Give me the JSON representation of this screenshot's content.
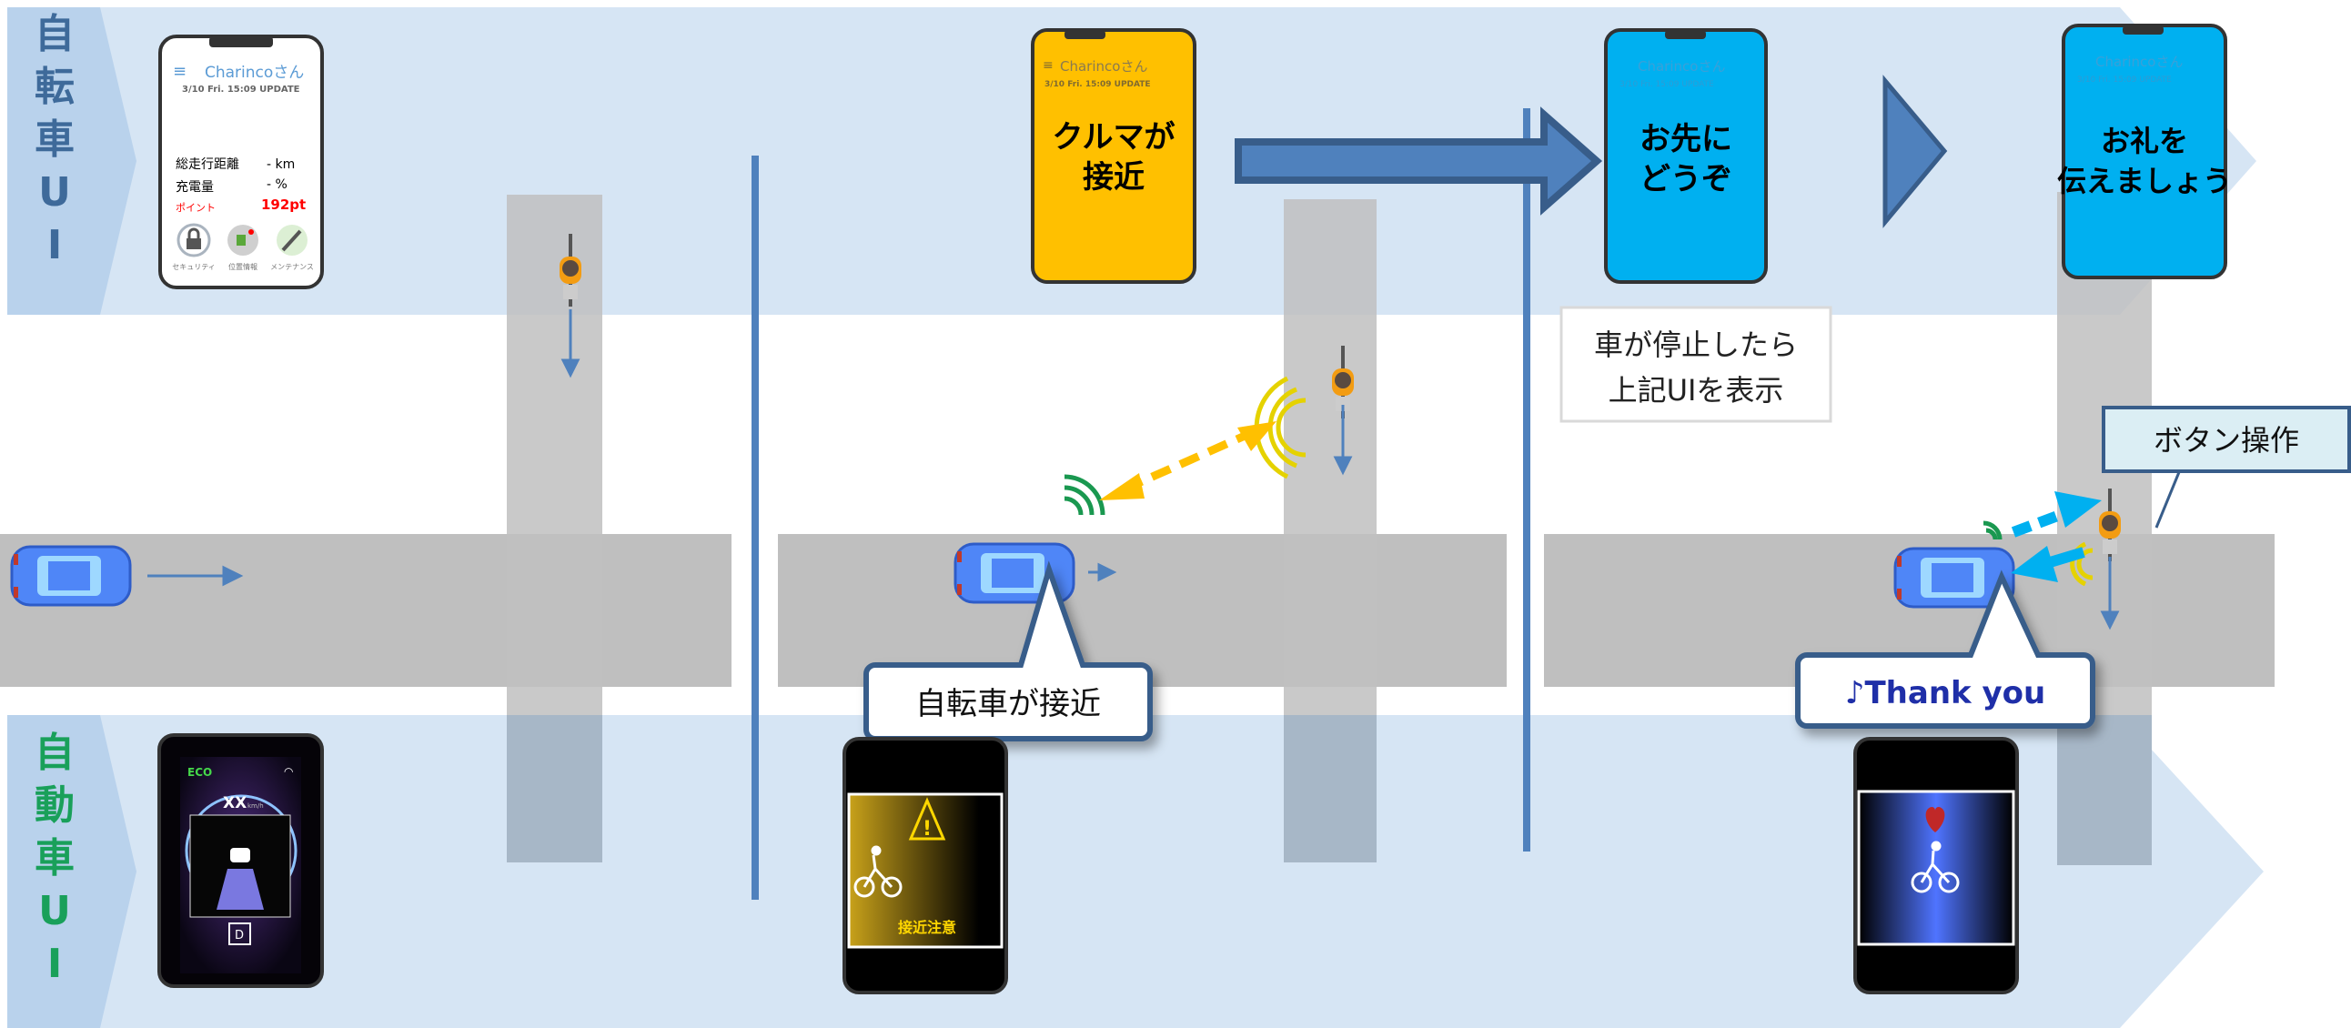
{
  "bands": {
    "bicycle_ui_label": [
      "自",
      "転",
      "車",
      "U",
      "I"
    ],
    "car_ui_label": [
      "自",
      "動",
      "車",
      "U",
      "I"
    ]
  },
  "colors": {
    "band": "#d6e5f4",
    "band_label_bg": "#b9d2ec",
    "bicycle_label": "#3e6a9a",
    "car_label": "#19a05a",
    "road": "#bfbfbf",
    "divider": "#4f81bd",
    "approach_screen": "#ffc000",
    "yield_screen": "#00b0f0"
  },
  "bicycle_app": {
    "title": "Charincoさん",
    "status": "3/10 Fri.   15:09   UPDATE",
    "rows": [
      {
        "label": "総走行距離",
        "value": "-   km"
      },
      {
        "label": "充電量",
        "value": "-    %"
      }
    ],
    "points_label": "ポイント",
    "points_value": "192pt",
    "icons": [
      {
        "icon": "lock-icon",
        "label": "セキュリティ"
      },
      {
        "icon": "map-icon",
        "label": "位置情報"
      },
      {
        "icon": "wrench-icon",
        "label": "メンテナンス"
      }
    ]
  },
  "car_dashboard": {
    "mode": "ECO",
    "speed": "XX",
    "speed_unit": "km/h",
    "gear": "D"
  },
  "scene2": {
    "bike_screen_header": "Charincoさん",
    "bike_screen_status": "3/10 Fri.   15:09   UPDATE",
    "bike_screen_message": [
      "クルマが",
      "接近"
    ],
    "car_callout": "自転車が接近",
    "car_screen_warning": "接近注意"
  },
  "scene3": {
    "bike_screen_header": "Charincoさん",
    "bike_screen_status": "3/10 Fri.   15:09   UPDATE",
    "bike_screen_message": [
      "お先に",
      "どうぞ"
    ],
    "note": [
      "車が停止したら",
      "上記UIを表示"
    ]
  },
  "scene4": {
    "bike_screen_header": "Charincoさん",
    "bike_screen_status": "3/10 Fri.   15:09   UPDATE",
    "bike_screen_message": [
      "お礼を",
      "伝えましょう"
    ],
    "button_label": "ボタン操作",
    "car_callout": "♪Thank you"
  }
}
